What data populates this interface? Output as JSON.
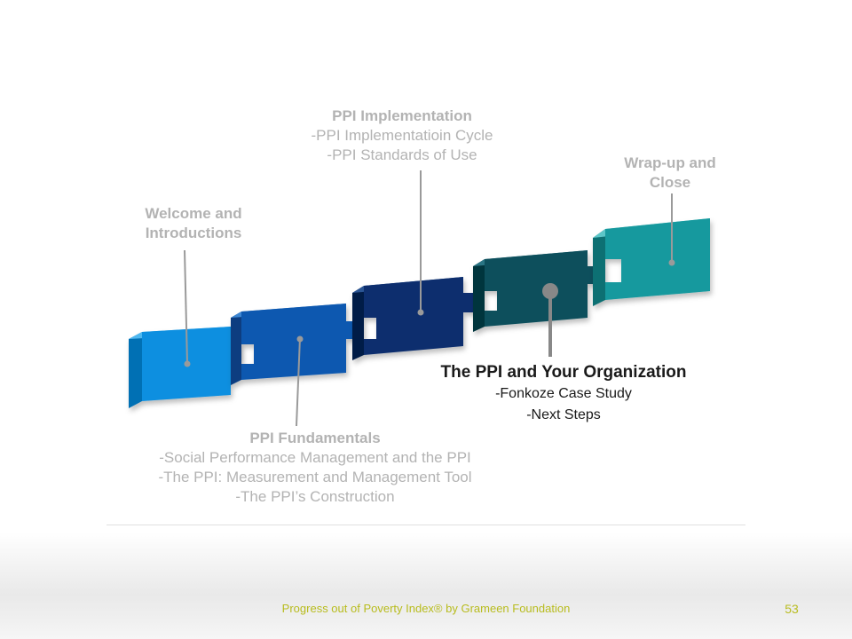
{
  "stages": [
    {
      "title_lines": [
        "Welcome and",
        "Introductions"
      ],
      "items": []
    },
    {
      "title_lines": [
        "PPI Fundamentals"
      ],
      "items": [
        "-Social Performance Management and the PPI",
        "-The PPI: Measurement and Management Tool",
        "-The PPI’s Construction"
      ]
    },
    {
      "title_lines": [
        "PPI Implementation"
      ],
      "items": [
        "-PPI Implementatioin Cycle",
        "-PPI Standards of Use"
      ]
    },
    {
      "title_lines": [
        "The PPI and Your Organization"
      ],
      "items": [
        "-Fonkoze Case Study",
        "-Next Steps"
      ]
    },
    {
      "title_lines": [
        "Wrap-up and",
        "Close"
      ],
      "items": []
    }
  ],
  "active_stage": "The PPI and Your Organization",
  "colors": {
    "piece_1": "#0a8fe0",
    "piece_2": "#0a58b0",
    "piece_3": "#0a2e6e",
    "piece_4": "#0b4f5c",
    "piece_5": "#13999e",
    "muted_text": "#b3b3b3",
    "footer_accent": "#b8bc1e"
  },
  "footer": {
    "text": "Progress out of Poverty Index® by Grameen Foundation",
    "page_number": "53"
  }
}
